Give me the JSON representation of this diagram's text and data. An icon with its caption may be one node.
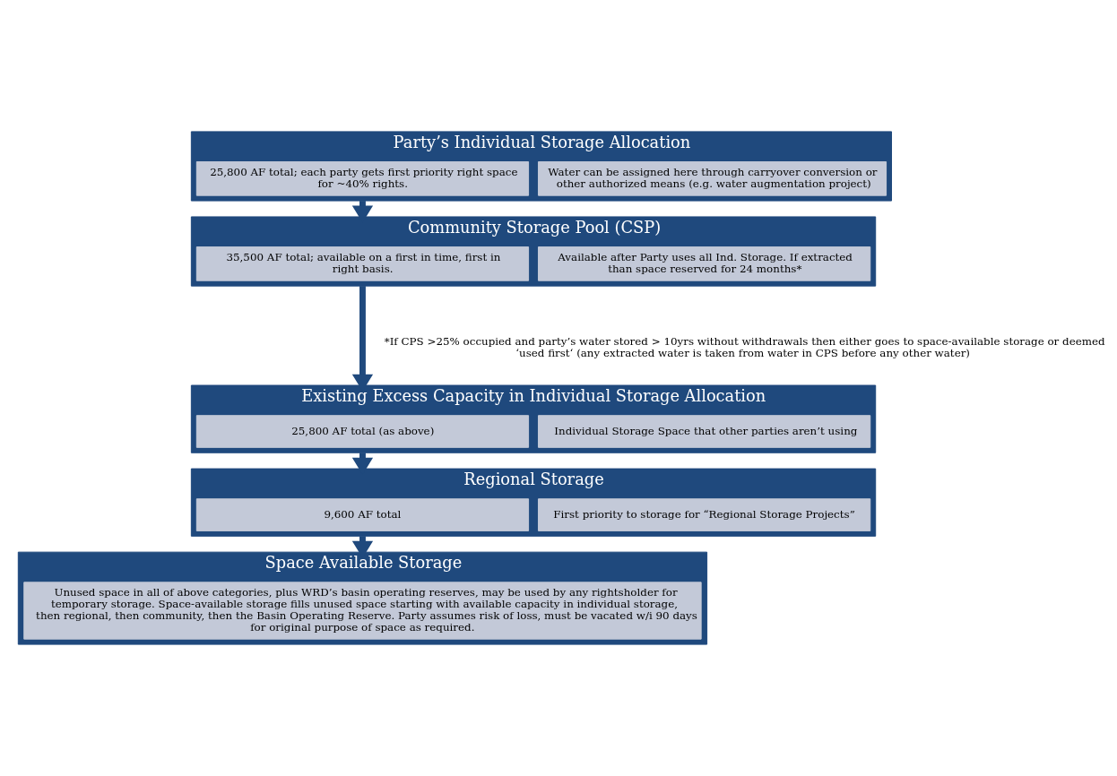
{
  "diagram": {
    "nodes": [
      {
        "text": [
          "Party’s Individual Storage Allocation"
        ]
      },
      {
        "text": [
          "25,800 AF total; each party gets first priority right space for ~40% rights."
        ],
        "in": 0
      },
      {
        "text": [
          "Water can be assigned here through carryover conversion or other authorized means (e.g. water augmentation project)"
        ],
        "in": 0
      },
      {
        "text": [
          "Community Storage Pool (CSP)"
        ]
      },
      {
        "text": [
          "35,500 AF total; available on a first in time, first in right basis."
        ],
        "in": 3
      },
      {
        "text": [
          "Available after Party uses all Ind. Storage. If extracted than space reserved for 24 months*"
        ],
        "in": 3
      },
      {
        "text": [
          "Existing Excess Capacity in Individual Storage Allocation"
        ]
      },
      {
        "text": [
          "25,800 AF total (as above)"
        ],
        "in": 6
      },
      {
        "text": [
          "Individual Storage Space that other parties aren’t using"
        ],
        "in": 6
      },
      {
        "text": [
          "Regional Storage"
        ]
      },
      {
        "text": [
          "9,600 AF total"
        ],
        "in": 9
      },
      {
        "text": [
          "First priority to storage for “Regional Storage Projects”"
        ],
        "in": 9
      },
      {
        "text": [
          "Space Available Storage"
        ]
      },
      {
        "text": [
          "Unused space in all of above categories, plus WRD’s basin operating reserves, may be used by any rightsholder for temporary storage. Space-available storage fills unused space starting with available capacity in individual storage, then regional, then community, then the Basin Operating Reserve. Party assumes risk of loss, must be vacated w/i 90 days for original purpose of space as required."
        ],
        "in": 12
      }
    ],
    "edges": [
      {
        "from": 0,
        "to": 3,
        "arrow": "to"
      },
      {
        "from": 3,
        "to": 6,
        "arrow": "to"
      },
      {
        "from": 6,
        "to": 9,
        "arrow": "to"
      },
      {
        "from": 9,
        "to": 12,
        "arrow": "to"
      }
    ],
    "labels": [
      "*If CPS >25% occupied and party’s water stored > 10yrs without withdrawals then either goes to space-available storage or deemed ‘used first‘ (any extracted water is taken from water in CPS before any other water)"
    ]
  }
}
